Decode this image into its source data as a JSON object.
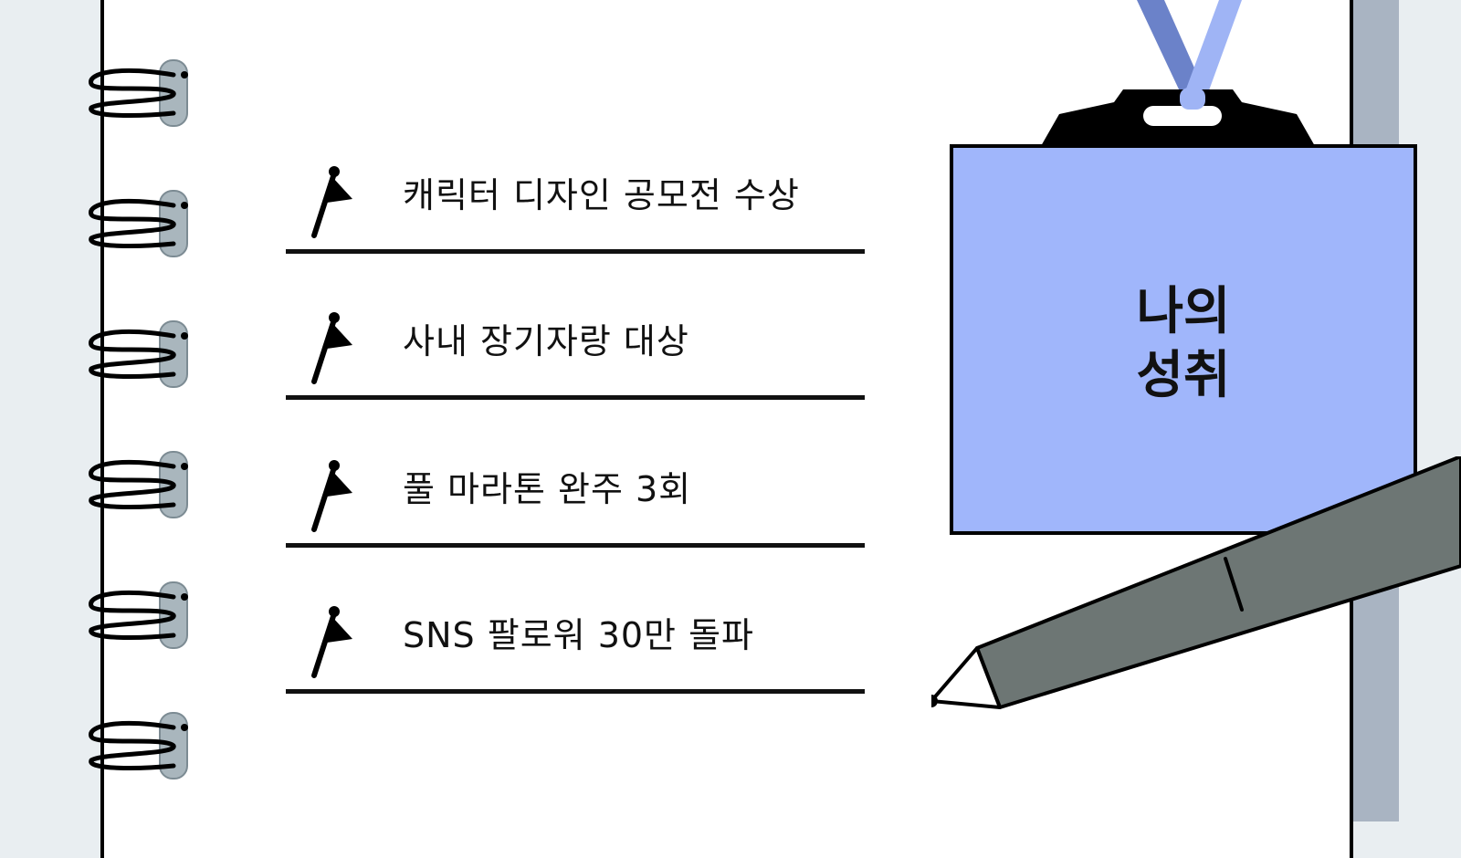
{
  "notebook": {
    "achievements": [
      {
        "text": "캐릭터 디자인 공모전 수상"
      },
      {
        "text": "사내 장기자랑 대상"
      },
      {
        "text": "풀 마라톤 완주 3회"
      },
      {
        "text": "SNS 팔로워 30만 돌파"
      }
    ]
  },
  "badge": {
    "title_line1": "나의",
    "title_line2": "성취"
  },
  "colors": {
    "background": "#e9eef1",
    "paper": "#ffffff",
    "badge": "#a0b6fb",
    "lanyard_dark": "#6b82c9",
    "lanyard_light": "#9fb4f5",
    "pen_body": "#6d7674",
    "page_edge": "#a9b4c2"
  },
  "icons": {
    "item_marker": "flag-icon",
    "binding": "spiral-ring-icon"
  }
}
